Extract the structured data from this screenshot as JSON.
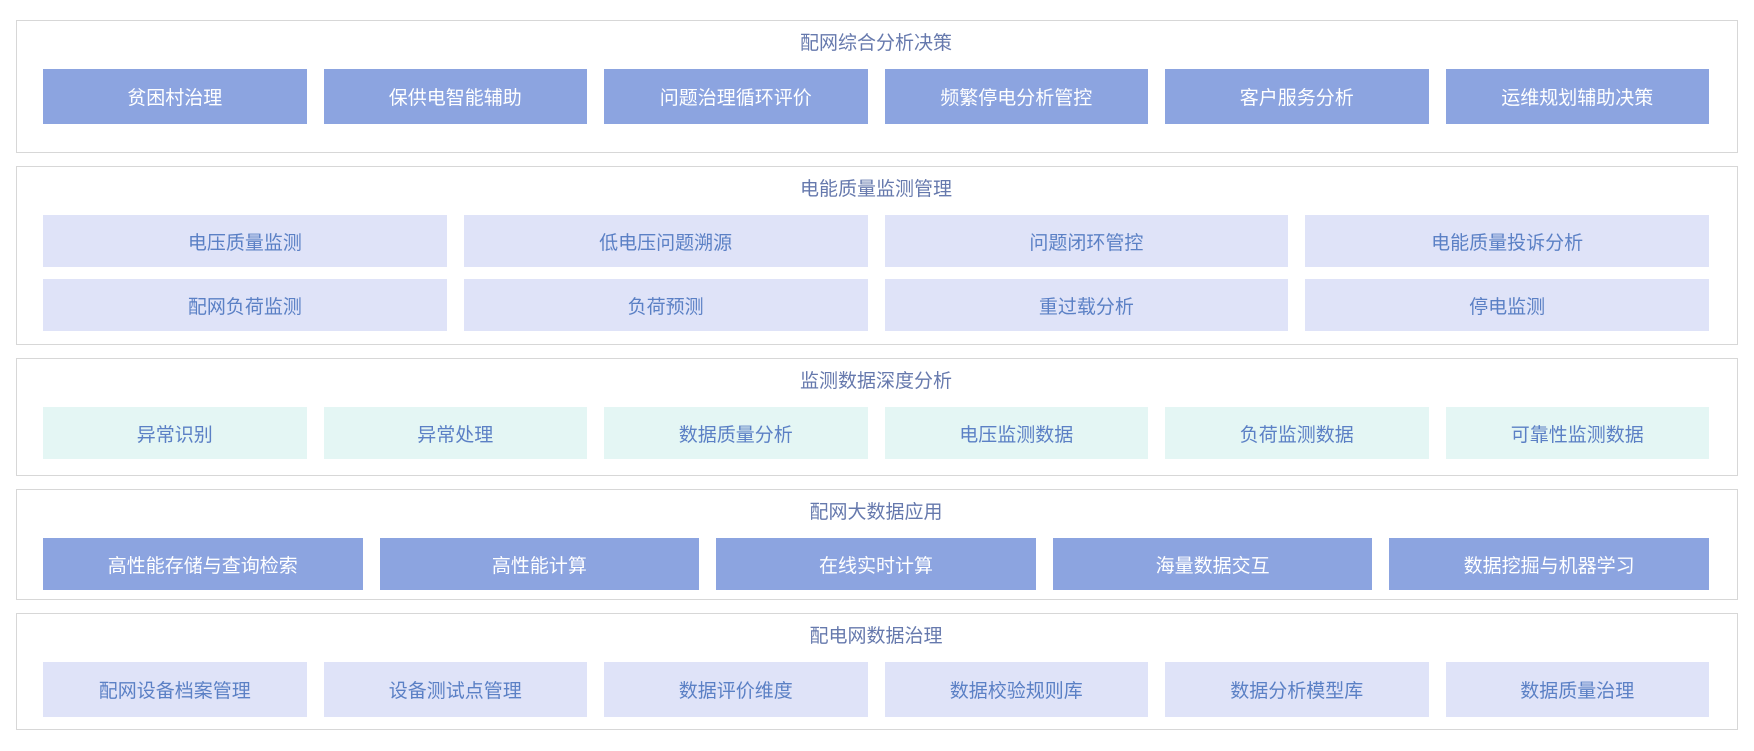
{
  "colors": {
    "panel_border": "#d7d7d7",
    "title_text": "#6679ad",
    "solid_button_bg": "#8ca4e0",
    "solid_button_text": "#ffffff",
    "lavender_button_bg": "#dfe3f8",
    "mint_button_bg": "#e4f6f4",
    "light_button_text": "#5b80c5"
  },
  "sections": [
    {
      "id": "analysis-decision",
      "title": "配网综合分析决策",
      "style": "solid",
      "rows": [
        [
          "贫困村治理",
          "保供电智能辅助",
          "问题治理循环评价",
          "频繁停电分析管控",
          "客户服务分析",
          "运维规划辅助决策"
        ]
      ]
    },
    {
      "id": "power-quality-monitoring",
      "title": "电能质量监测管理",
      "style": "lavender",
      "rows": [
        [
          "电压质量监测",
          "低电压问题溯源",
          "问题闭环管控",
          "电能质量投诉分析"
        ],
        [
          "配网负荷监测",
          "负荷预测",
          "重过载分析",
          "停电监测"
        ]
      ]
    },
    {
      "id": "monitoring-data-analysis",
      "title": "监测数据深度分析",
      "style": "mint",
      "rows": [
        [
          "异常识别",
          "异常处理",
          "数据质量分析",
          "电压监测数据",
          "负荷监测数据",
          "可靠性监测数据"
        ]
      ]
    },
    {
      "id": "big-data-application",
      "title": "配网大数据应用",
      "style": "solid",
      "rows": [
        [
          "高性能存储与查询检索",
          "高性能计算",
          "在线实时计算",
          "海量数据交互",
          "数据挖掘与机器学习"
        ]
      ]
    },
    {
      "id": "data-governance",
      "title": "配电网数据治理",
      "style": "lavender",
      "rows": [
        [
          "配网设备档案管理",
          "设备测试点管理",
          "数据评价维度",
          "数据校验规则库",
          "数据分析模型库",
          "数据质量治理"
        ]
      ]
    }
  ]
}
